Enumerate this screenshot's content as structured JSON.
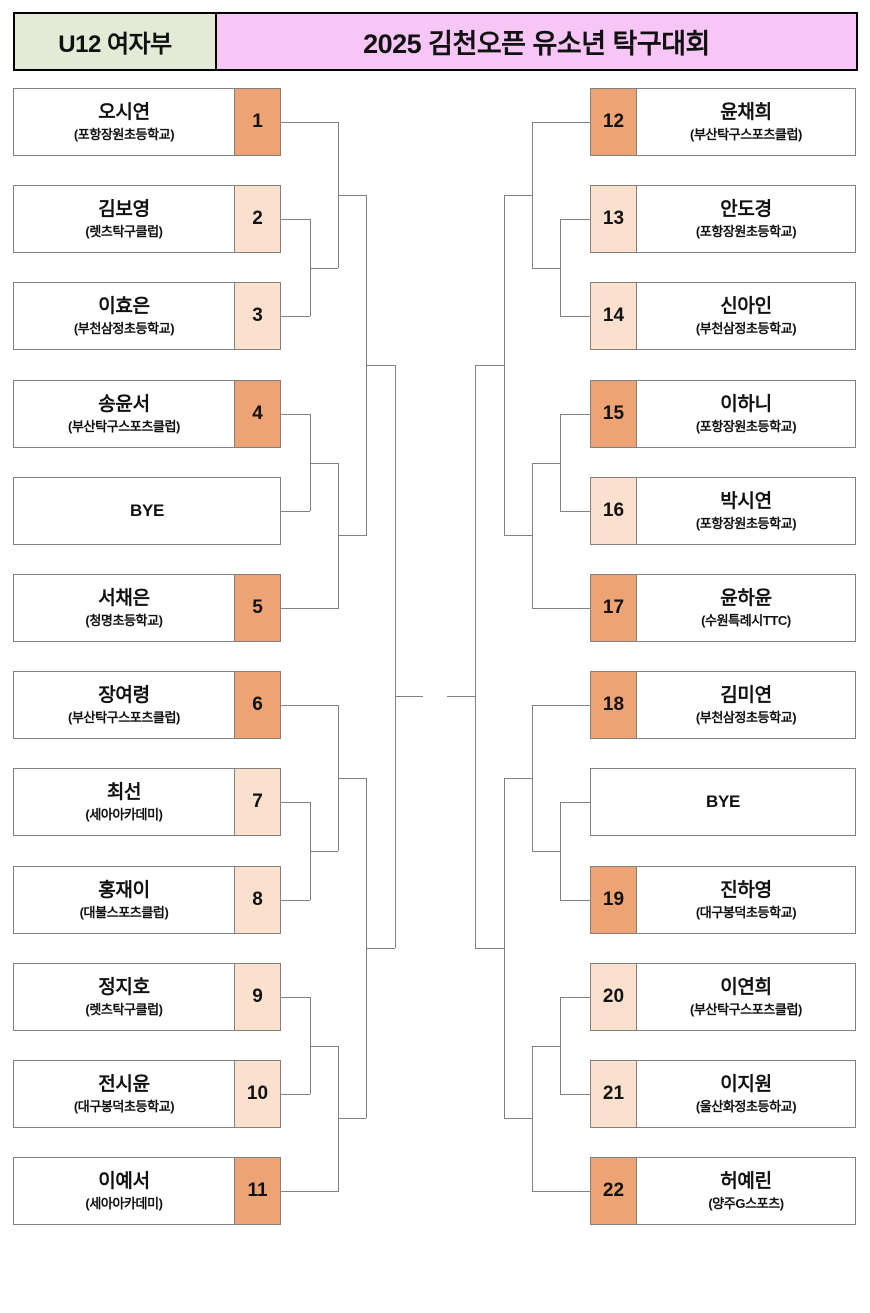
{
  "header": {
    "division": "U12 여자부",
    "title": "2025 김천오픈 유소년 탁구대회",
    "division_bg": "#e3ebd7",
    "title_bg": "#f8c6f6"
  },
  "colors": {
    "seed_dark": "#eda374",
    "seed_light": "#fbe0ce",
    "line": "#808080",
    "border": "#808080"
  },
  "bracket": {
    "type": "single-elimination",
    "left": [
      {
        "seed": "1",
        "name": "오시연",
        "club": "(포항장원초등학교)",
        "shade": "dark"
      },
      {
        "seed": "2",
        "name": "김보영",
        "club": "(렛츠탁구클럽)",
        "shade": "light"
      },
      {
        "seed": "3",
        "name": "이효은",
        "club": "(부천삼정초등학교)",
        "shade": "light"
      },
      {
        "seed": "4",
        "name": "송윤서",
        "club": "(부산탁구스포츠클럽)",
        "shade": "dark"
      },
      {
        "seed": "",
        "name": "BYE",
        "club": "",
        "shade": "none"
      },
      {
        "seed": "5",
        "name": "서채은",
        "club": "(청명초등학교)",
        "shade": "dark"
      },
      {
        "seed": "6",
        "name": "장여령",
        "club": "(부산탁구스포츠클럽)",
        "shade": "dark"
      },
      {
        "seed": "7",
        "name": "최선",
        "club": "(세아아카데미)",
        "shade": "light"
      },
      {
        "seed": "8",
        "name": "홍재이",
        "club": "(대불스포츠클럽)",
        "shade": "light"
      },
      {
        "seed": "9",
        "name": "정지호",
        "club": "(렛츠탁구클럽)",
        "shade": "light"
      },
      {
        "seed": "10",
        "name": "전시윤",
        "club": "(대구봉덕초등학교)",
        "shade": "light"
      },
      {
        "seed": "11",
        "name": "이예서",
        "club": "(세아아카데미)",
        "shade": "dark"
      }
    ],
    "right": [
      {
        "seed": "12",
        "name": "윤채희",
        "club": "(부산탁구스포츠클럽)",
        "shade": "dark"
      },
      {
        "seed": "13",
        "name": "안도경",
        "club": "(포항장원초등학교)",
        "shade": "light"
      },
      {
        "seed": "14",
        "name": "신아인",
        "club": "(부천삼정초등학교)",
        "shade": "light"
      },
      {
        "seed": "15",
        "name": "이하니",
        "club": "(포항장원초등학교)",
        "shade": "dark"
      },
      {
        "seed": "16",
        "name": "박시연",
        "club": "(포항장원초등학교)",
        "shade": "light"
      },
      {
        "seed": "17",
        "name": "윤하윤",
        "club": "(수원특례시TTC)",
        "shade": "dark"
      },
      {
        "seed": "18",
        "name": "김미연",
        "club": "(부천삼정초등학교)",
        "shade": "dark"
      },
      {
        "seed": "",
        "name": "BYE",
        "club": "",
        "shade": "none"
      },
      {
        "seed": "19",
        "name": "진하영",
        "club": "(대구봉덕초등학교)",
        "shade": "dark"
      },
      {
        "seed": "20",
        "name": "이연희",
        "club": "(부산탁구스포츠클럽)",
        "shade": "light"
      },
      {
        "seed": "21",
        "name": "이지원",
        "club": "(울산화정초등하교)",
        "shade": "light"
      },
      {
        "seed": "22",
        "name": "허예린",
        "club": "(양주G스포츠)",
        "shade": "dark"
      }
    ]
  }
}
